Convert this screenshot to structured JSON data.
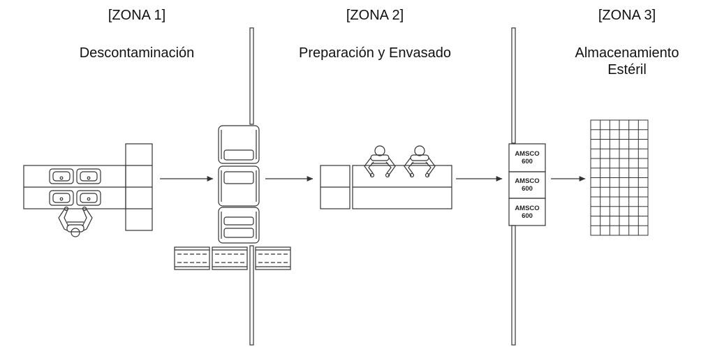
{
  "zones": [
    {
      "tag": "[ZONA 1]",
      "name": "Descontaminación"
    },
    {
      "tag": "[ZONA 2]",
      "name": "Preparación y Envasado"
    },
    {
      "tag": "[ZONA 3]",
      "name_line1": "Almacenamiento",
      "name_line2": "Estéril"
    }
  ],
  "sterilizers": [
    {
      "brand": "AMSCO",
      "model": "600"
    },
    {
      "brand": "AMSCO",
      "model": "600"
    },
    {
      "brand": "AMSCO",
      "model": "600"
    }
  ],
  "colors": {
    "line": "#333333",
    "fill": "#ffffff"
  }
}
